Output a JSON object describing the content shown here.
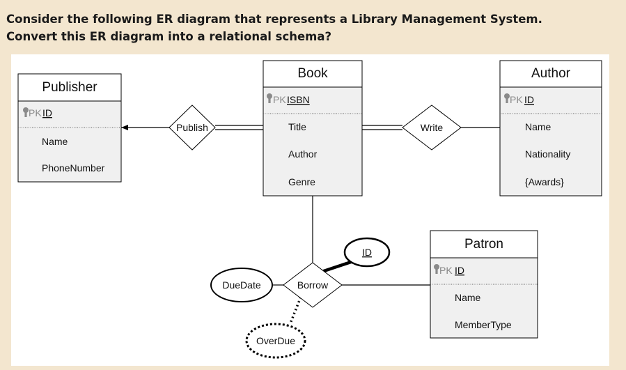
{
  "question": {
    "line1": "Consider the following ER diagram that represents a Library Management System.",
    "line2": "Convert this ER diagram into a relational schema?"
  },
  "diagram": {
    "entities": {
      "publisher": {
        "title": "Publisher",
        "pk": "ID",
        "attributes": [
          "Name",
          "PhoneNumber"
        ]
      },
      "book": {
        "title": "Book",
        "pk": "ISBN",
        "attributes": [
          "Title",
          "Author",
          "Genre"
        ]
      },
      "author": {
        "title": "Author",
        "pk": "ID",
        "attributes": [
          "Name",
          "Nationality",
          "{Awards}"
        ]
      },
      "patron": {
        "title": "Patron",
        "pk": "ID",
        "attributes": [
          "Name",
          "MemberType"
        ]
      }
    },
    "pk_label": "PK",
    "relationships": {
      "publish": "Publish",
      "write": "Write",
      "borrow": "Borrow"
    },
    "relationship_attributes": {
      "due_date": "DueDate",
      "id": "ID",
      "over_due": "OverDue"
    }
  }
}
